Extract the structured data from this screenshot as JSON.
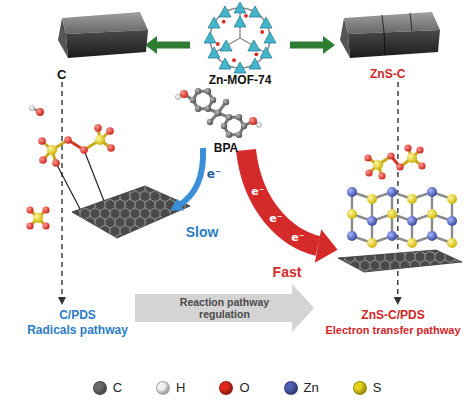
{
  "diagram": {
    "nodes": [
      {
        "text": [
          "Zn-MOF-74"
        ]
      },
      {
        "text": [
          "C"
        ]
      },
      {
        "text": [
          "ZnS-C"
        ]
      },
      {
        "text": [
          "C/PDS",
          "Radicals pathway"
        ]
      },
      {
        "text": [
          "ZnS-C/PDS",
          "Electron transfer pathway"
        ]
      }
    ],
    "edges": [
      {
        "from": 0,
        "to": 1,
        "arrow": "to"
      },
      {
        "from": 0,
        "to": 2,
        "arrow": "to"
      },
      {
        "from": 1,
        "to": 3,
        "arrow": "to"
      },
      {
        "from": 2,
        "to": 4,
        "arrow": "to"
      },
      {
        "from": 3,
        "to": 4,
        "arrow": "to",
        "label": "Reaction pathway regulation"
      }
    ],
    "labels": [
      "BPA",
      "e⁻",
      "Slow",
      "e⁻",
      "e⁻",
      "e⁻",
      "Fast"
    ],
    "legend": [
      {
        "text": "C",
        "color": "#6b6b6b"
      },
      {
        "text": "H",
        "color": "#f2f2f2"
      },
      {
        "text": "O",
        "color": "#e0281e"
      },
      {
        "text": "Zn",
        "color": "#4f5fb0"
      },
      {
        "text": "S",
        "color": "#e8d21e"
      }
    ]
  }
}
